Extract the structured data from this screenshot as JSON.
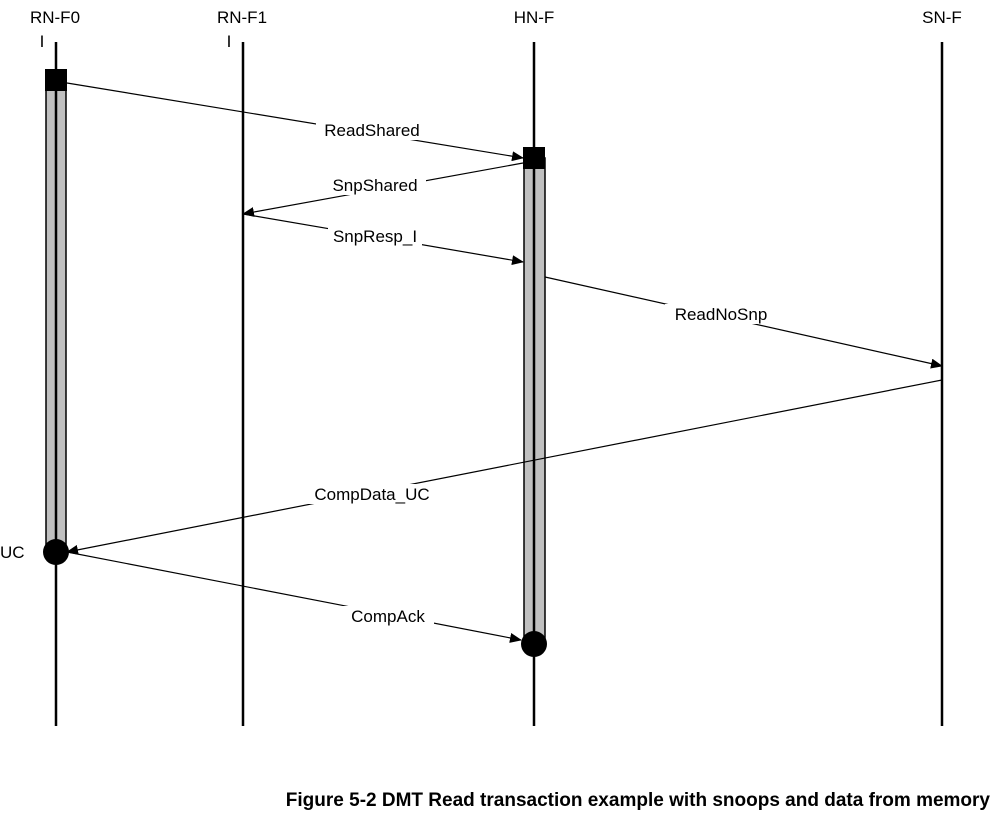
{
  "nodes": [
    {
      "id": "rnf0",
      "label": "RN-F0",
      "state": "I"
    },
    {
      "id": "rnf1",
      "label": "RN-F1",
      "state": "I"
    },
    {
      "id": "hnf",
      "label": "HN-F",
      "state": ""
    },
    {
      "id": "snf",
      "label": "SN-F",
      "state": ""
    }
  ],
  "messages": [
    {
      "label": "ReadShared",
      "from": "RN-F0",
      "to": "HN-F"
    },
    {
      "label": "SnpShared",
      "from": "HN-F",
      "to": "RN-F1"
    },
    {
      "label": "SnpResp_I",
      "from": "RN-F1",
      "to": "HN-F"
    },
    {
      "label": "ReadNoSnp",
      "from": "HN-F",
      "to": "SN-F"
    },
    {
      "label": "CompData_UC",
      "from": "SN-F",
      "to": "RN-F0"
    },
    {
      "label": "CompAck",
      "from": "RN-F0",
      "to": "HN-F"
    }
  ],
  "end_state": "UC",
  "caption": "Figure 5-2 DMT Read transaction example with snoops and data from memory"
}
